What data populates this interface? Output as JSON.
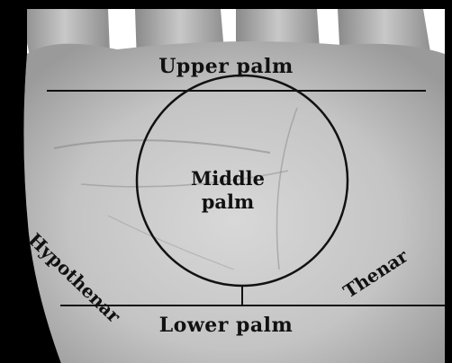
{
  "diagram": {
    "regions": {
      "upper": "Upper palm",
      "middle_line1": "Middle",
      "middle_line2": "palm",
      "hypothenar": "Hypothenar",
      "thenar": "Thenar",
      "lower": "Lower palm"
    },
    "colors": {
      "frame": "#000000",
      "palm_light": "#d9d9d9",
      "palm_mid": "#b0b0b0",
      "palm_dark": "#7a7a7a",
      "line": "#111111"
    }
  }
}
